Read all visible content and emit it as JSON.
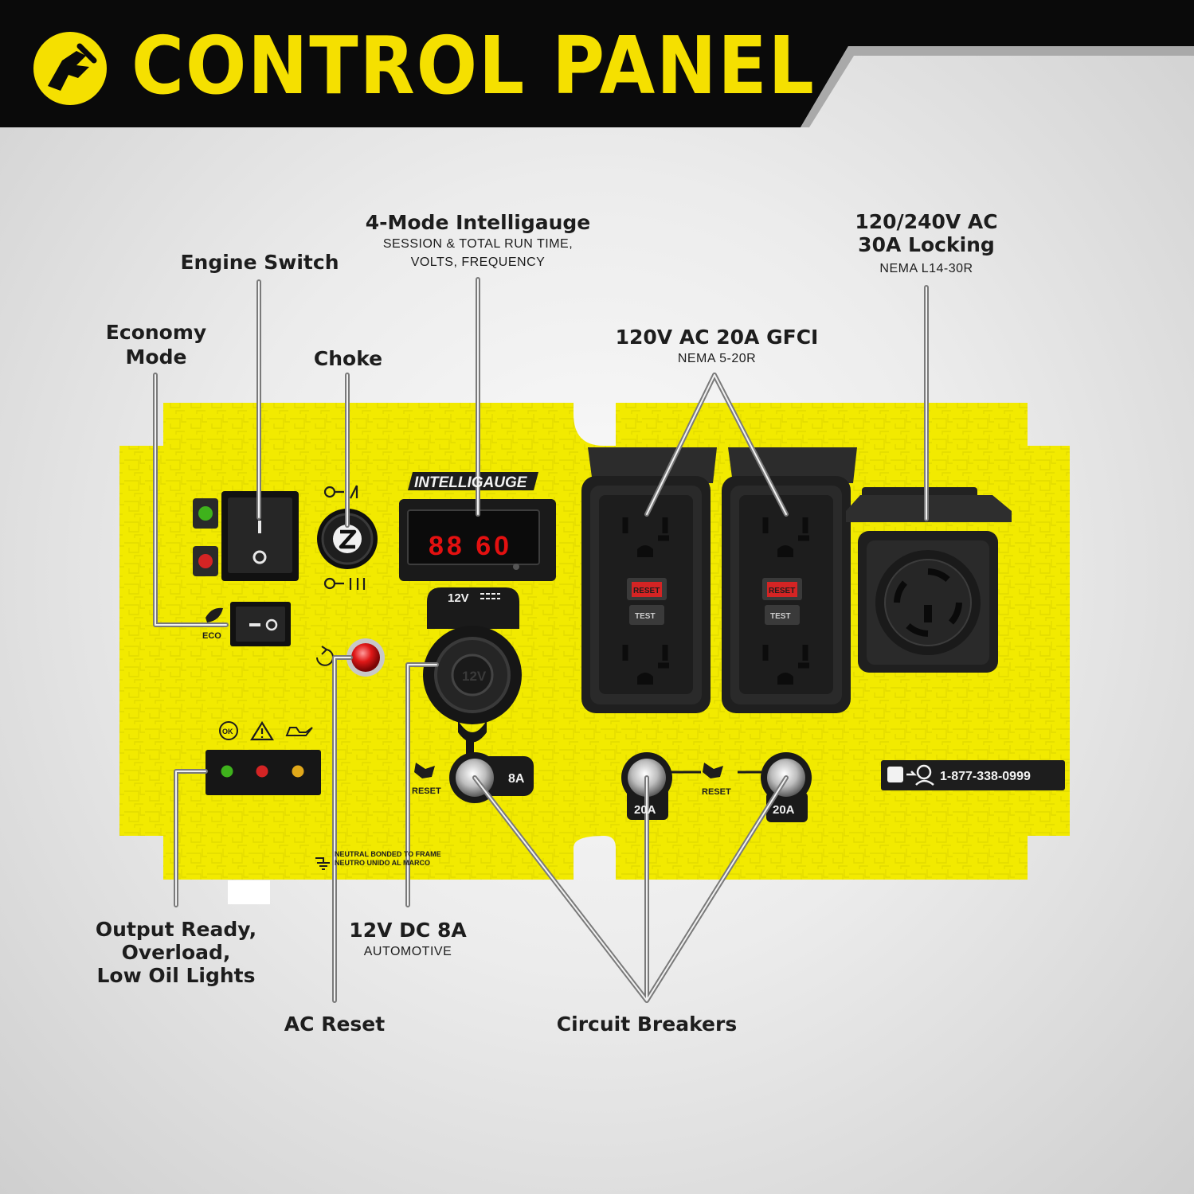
{
  "header": {
    "title": "CONTROL PANEL",
    "logo_icon": "hand-plug-icon",
    "colors": {
      "band": "#0a0a0a",
      "accent": "#f5e000"
    }
  },
  "callouts": {
    "engine_switch": "Engine Switch",
    "economy_mode": [
      "Economy",
      "Mode"
    ],
    "choke": "Choke",
    "intelligauge": {
      "title": "4-Mode Intelligauge",
      "sub": [
        "SESSION & TOTAL RUN TIME,",
        "VOLTS, FREQUENCY"
      ]
    },
    "gfci": {
      "title": "120V AC 20A GFCI",
      "sub": "NEMA 5-20R"
    },
    "locking": {
      "title": [
        "120/240V AC",
        "30A Locking"
      ],
      "sub": "NEMA L14-30R"
    },
    "lights": [
      "Output Ready,",
      "Overload,",
      "Low Oil Lights"
    ],
    "dc": {
      "title": "12V DC 8A",
      "sub": "AUTOMOTIVE"
    },
    "ac_reset": "AC Reset",
    "circuit_breakers": "Circuit Breakers"
  },
  "panel": {
    "color": "#f2ea00",
    "gauge_brand": "INTELLIGAUGE",
    "gauge_display": "88 60",
    "dc_socket_label": "12V",
    "dc_port_label": "12V",
    "eco_label": "ECO",
    "breaker_8a": "8A",
    "breaker_20a_left": "20A",
    "breaker_20a_right": "20A",
    "reset_left": "RESET",
    "reset_right": "RESET",
    "phone": "1-877-338-0999",
    "neutral_line1": "NEUTRAL BONDED TO FRAME",
    "neutral_line2": "NEUTRO UNIDO AL MARCO",
    "gfci_reset": "RESET",
    "gfci_test": "TEST",
    "ok_badge": "OK",
    "light_colors": [
      "#3fb21c",
      "#d42424",
      "#e0a81a"
    ]
  }
}
